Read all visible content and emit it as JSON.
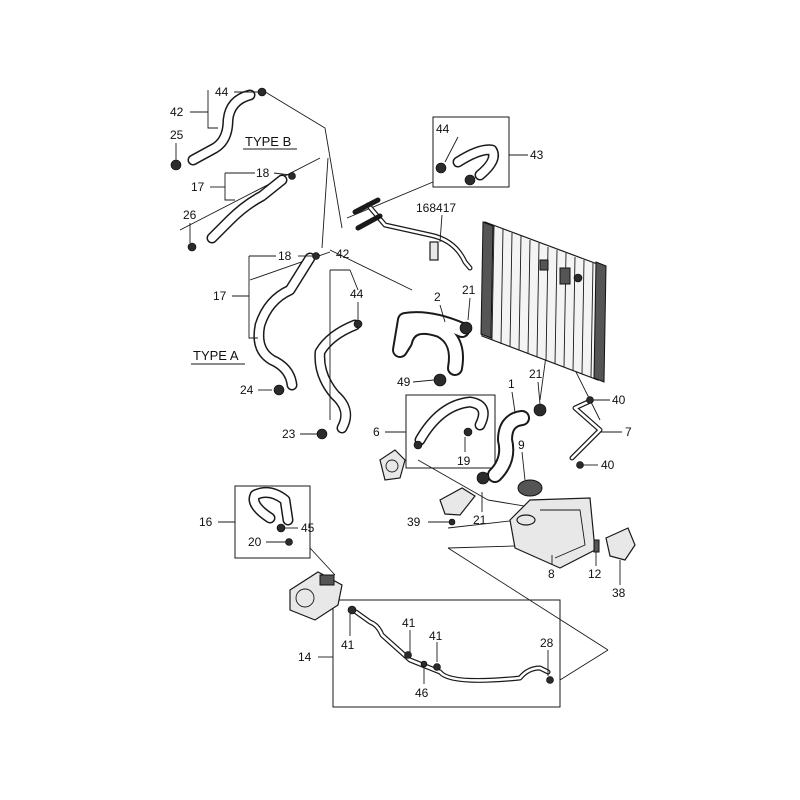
{
  "diagram": {
    "type_labels": {
      "type_b": "TYPE B",
      "type_a": "TYPE A"
    },
    "callouts": {
      "c44_top": "44",
      "c42_top": "42",
      "c25": "25",
      "c18_top": "18",
      "c17_top": "17",
      "c26": "26",
      "c44_box": "44",
      "c43": "43",
      "c168417": "168417",
      "c18_mid": "18",
      "c42_mid": "42",
      "c44_mid": "44",
      "c17_mid": "17",
      "c2": "2",
      "c21_top": "21",
      "c24": "24",
      "c49": "49",
      "c1": "1",
      "c21_mid": "21",
      "c40_top": "40",
      "c7": "7",
      "c23": "23",
      "c6": "6",
      "c9": "9",
      "c19": "19",
      "c40_bot": "40",
      "c16": "16",
      "c45": "45",
      "c39": "39",
      "c21_bot": "21",
      "c20": "20",
      "c8": "8",
      "c12": "12",
      "c38": "38",
      "c41_a": "41",
      "c41_b": "41",
      "c41_c": "41",
      "c28": "28",
      "c14": "14",
      "c46": "46"
    }
  }
}
